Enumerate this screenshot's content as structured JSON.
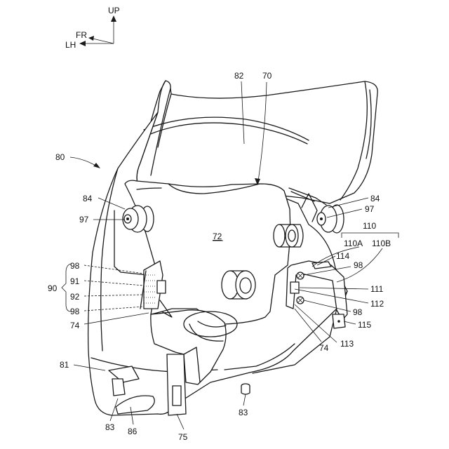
{
  "orientation": {
    "up": "UP",
    "front": "FR",
    "left": "LH"
  },
  "labels": {
    "l80": "80",
    "l82": "82",
    "l70": "70",
    "l84_left": "84",
    "l84_right": "84",
    "l97_left": "97",
    "l97_right": "97",
    "l72": "72",
    "l110": "110",
    "l110A": "110A",
    "l110B": "110B",
    "l114": "114",
    "l98_right_top": "98",
    "l111": "111",
    "l112": "112",
    "l98_right_bottom": "98",
    "l115": "115",
    "l113": "113",
    "l74_right": "74",
    "l98_left_top": "98",
    "l90": "90",
    "l91": "91",
    "l92": "92",
    "l98_left_bottom": "98",
    "l74_left": "74",
    "l81": "81",
    "l83_left": "83",
    "l86": "86",
    "l75": "75",
    "l83_right": "83"
  },
  "colors": {
    "line": "#1a1a1a",
    "background": "#ffffff"
  }
}
